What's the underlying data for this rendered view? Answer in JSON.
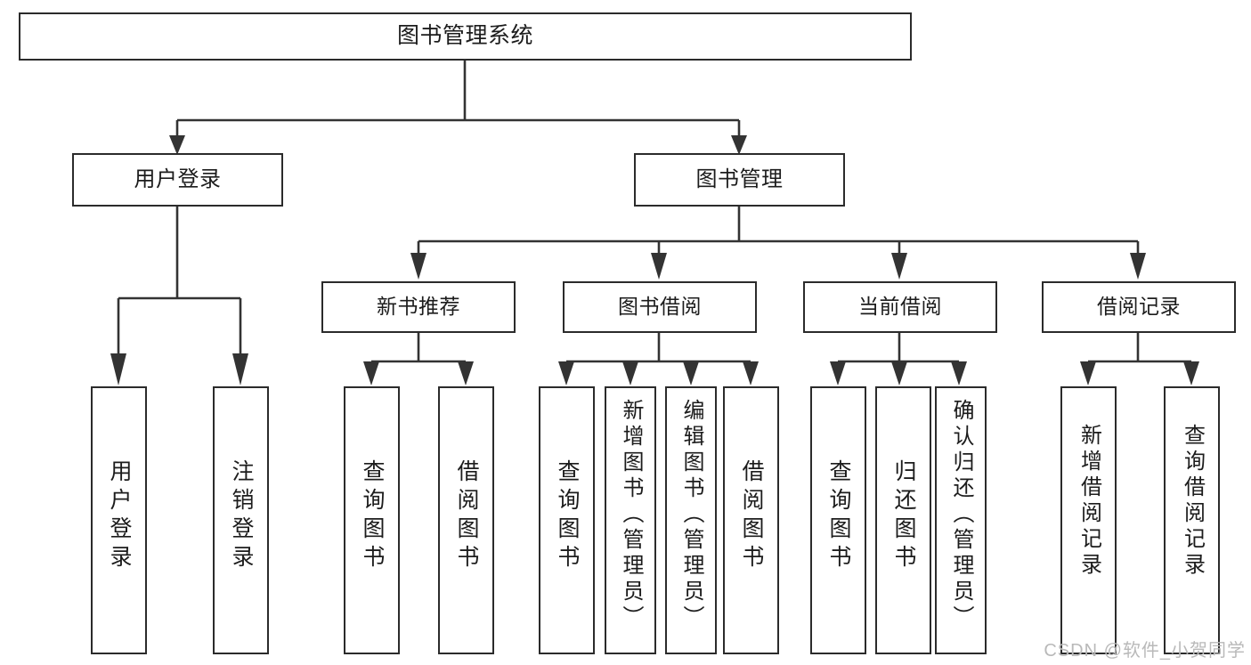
{
  "diagram": {
    "title": "图书管理系统",
    "type": "tree-hierarchy-chart",
    "orientation": "top-down",
    "colors": {
      "box_border": "#2b2b2b",
      "box_fill": "#ffffff",
      "connector": "#333333",
      "text": "#1c1c1c",
      "watermark": "#b9b9b9",
      "background": "#ffffff"
    }
  },
  "nodes": {
    "root": {
      "label": "图书管理系统"
    },
    "level2": [
      {
        "label": "用户登录"
      },
      {
        "label": "图书管理"
      }
    ],
    "level3": [
      {
        "label": "新书推荐"
      },
      {
        "label": "图书借阅"
      },
      {
        "label": "当前借阅"
      },
      {
        "label": "借阅记录"
      }
    ],
    "leaves": {
      "user_login": [
        {
          "label": "用户登录"
        },
        {
          "label": "注销登录"
        }
      ],
      "new_book_recommend": [
        {
          "label": "查询图书"
        },
        {
          "label": "借阅图书"
        }
      ],
      "book_borrow": [
        {
          "label": "查询图书"
        },
        {
          "label": "新增图书（管理员）"
        },
        {
          "label": "编辑图书（管理员）"
        },
        {
          "label": "借阅图书"
        }
      ],
      "current_borrow": [
        {
          "label": "查询图书"
        },
        {
          "label": "归还图书"
        },
        {
          "label": "确认归还（管理员）"
        }
      ],
      "borrow_record": [
        {
          "label": "新增借阅记录"
        },
        {
          "label": "查询借阅记录"
        }
      ]
    }
  },
  "watermark": {
    "text": "CSDN @软件_小贺同学"
  }
}
